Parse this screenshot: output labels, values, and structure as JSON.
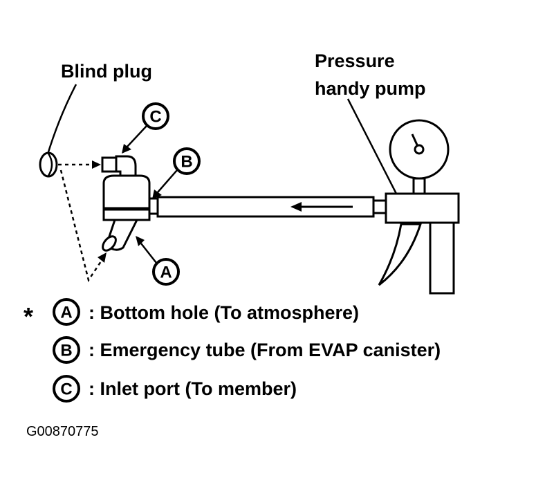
{
  "labels": {
    "blind_plug": "Blind plug",
    "pump_line1": "Pressure",
    "pump_line2": "handy pump"
  },
  "callouts": {
    "a": "A",
    "b": "B",
    "c": "C"
  },
  "legend": {
    "marker": "*",
    "items": [
      {
        "letter": "A",
        "text": ": Bottom hole (To atmosphere)"
      },
      {
        "letter": "B",
        "text": ": Emergency tube (From EVAP canister)"
      },
      {
        "letter": "C",
        "text": ": Inlet port (To member)"
      }
    ]
  },
  "figure_id": "G00870775"
}
